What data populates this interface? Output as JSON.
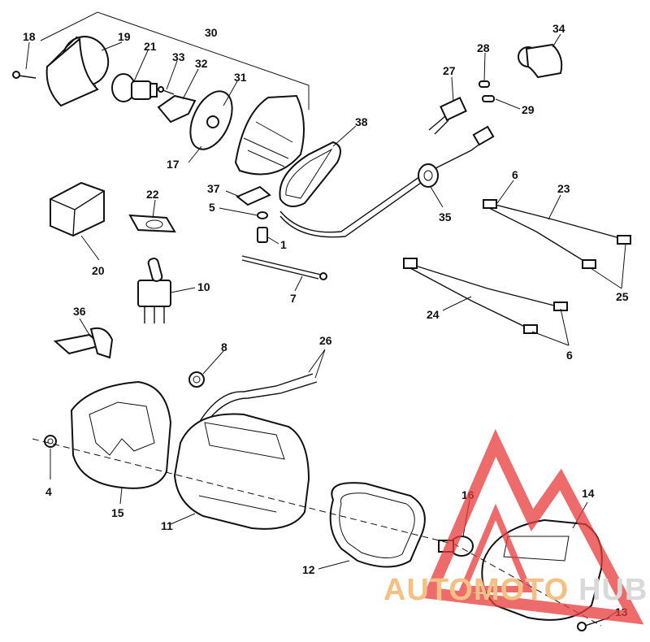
{
  "diagram": {
    "callouts": [
      {
        "id": "c18",
        "text": "18"
      },
      {
        "id": "c19",
        "text": "19"
      },
      {
        "id": "c30",
        "text": "30"
      },
      {
        "id": "c21",
        "text": "21"
      },
      {
        "id": "c33",
        "text": "33"
      },
      {
        "id": "c32",
        "text": "32"
      },
      {
        "id": "c31",
        "text": "31"
      },
      {
        "id": "c17",
        "text": "17"
      },
      {
        "id": "c38",
        "text": "38"
      },
      {
        "id": "c27",
        "text": "27"
      },
      {
        "id": "c28",
        "text": "28"
      },
      {
        "id": "c29",
        "text": "29"
      },
      {
        "id": "c34",
        "text": "34"
      },
      {
        "id": "c22",
        "text": "22"
      },
      {
        "id": "c37",
        "text": "37"
      },
      {
        "id": "c5",
        "text": "5"
      },
      {
        "id": "c1",
        "text": "1"
      },
      {
        "id": "c7",
        "text": "7"
      },
      {
        "id": "c20",
        "text": "20"
      },
      {
        "id": "c10",
        "text": "10"
      },
      {
        "id": "c36",
        "text": "36"
      },
      {
        "id": "c35",
        "text": "35"
      },
      {
        "id": "c6a",
        "text": "6"
      },
      {
        "id": "c23",
        "text": "23"
      },
      {
        "id": "c25",
        "text": "25"
      },
      {
        "id": "c24",
        "text": "24"
      },
      {
        "id": "c6b",
        "text": "6"
      },
      {
        "id": "c8",
        "text": "8"
      },
      {
        "id": "c26",
        "text": "26"
      },
      {
        "id": "c4",
        "text": "4"
      },
      {
        "id": "c15",
        "text": "15"
      },
      {
        "id": "c11",
        "text": "11"
      },
      {
        "id": "c16",
        "text": "16"
      },
      {
        "id": "c14",
        "text": "14"
      },
      {
        "id": "c12",
        "text": "12"
      },
      {
        "id": "c13",
        "text": "13"
      }
    ]
  },
  "watermark": {
    "text_colored": "AUTOMOTO",
    "text_gray": "HUB",
    "logo_color": "#e83a3a",
    "text_color": "#f5a04a"
  }
}
